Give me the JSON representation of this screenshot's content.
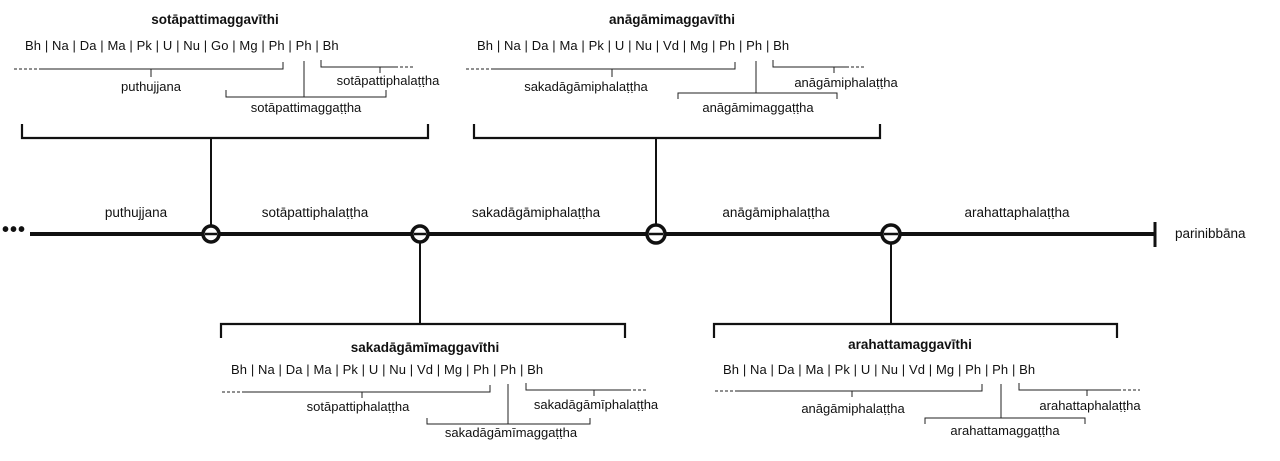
{
  "stages": [
    "puthujjana",
    "sotāpattiphalaṭṭha",
    "sakadāgāmiphalaṭṭha",
    "anāgāmiphalaṭṭha",
    "arahattaphalaṭṭha"
  ],
  "end_label": "parinibbāna",
  "start_marker": "•••",
  "vithis": [
    {
      "title": "sotāpattimaggavīthi",
      "sequence": "Bh | Na | Da | Ma | Pk | U | Nu | Go | Mg | Ph | Ph | Bh",
      "before": "puthujjana",
      "magga": "sotāpattimaggaṭṭha",
      "after": "sotāpattiphalaṭṭha"
    },
    {
      "title": "sakadāgāmīmaggavīthi",
      "sequence": "Bh | Na | Da | Ma | Pk | U | Nu | Vd | Mg | Ph | Ph | Bh",
      "before": "sotāpattiphalaṭṭha",
      "magga": "sakadāgāmīmaggaṭṭha",
      "after": "sakadāgāmīphalaṭṭha"
    },
    {
      "title": "anāgāmimaggavīthi",
      "sequence": "Bh | Na | Da | Ma | Pk | U | Nu | Vd | Mg | Ph | Ph | Bh",
      "before": "sakadāgāmiphalaṭṭha",
      "magga": "anāgāmimaggaṭṭha",
      "after": "anāgāmiphalaṭṭha"
    },
    {
      "title": "arahattamaggavīthi",
      "sequence": "Bh | Na | Da | Ma | Pk | U | Nu | Vd | Mg | Ph | Ph | Bh",
      "before": "anāgāmiphalaṭṭha",
      "magga": "arahattamaggaṭṭha",
      "after": "arahattaphalaṭṭha"
    }
  ]
}
